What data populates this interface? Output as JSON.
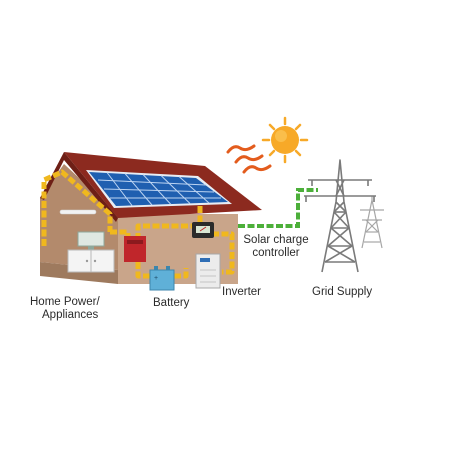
{
  "labels": {
    "home_line1": "Home  Power/",
    "home_line2": "Appliances",
    "battery": "Battery",
    "inverter": "Inverter",
    "controller_line1": "Solar charge",
    "controller_line2": "controller",
    "grid": "Grid Supply"
  },
  "colors": {
    "wire": "#f0b81e",
    "grid_wire": "#4caf3a",
    "roof": "#8c2a1f",
    "wall": "#c9a58a",
    "side_wall": "#b38a6c",
    "panel": "#1f5fb0",
    "sun": "#f7a928",
    "sun_rays": "#e35c1d",
    "tower": "#7a7a7a"
  },
  "icons": [
    "sun-icon",
    "solar-panel-icon",
    "battery-icon",
    "inverter-icon",
    "charge-controller-icon",
    "meter-icon",
    "appliance-cabinet-icon",
    "transmission-tower-icon"
  ]
}
